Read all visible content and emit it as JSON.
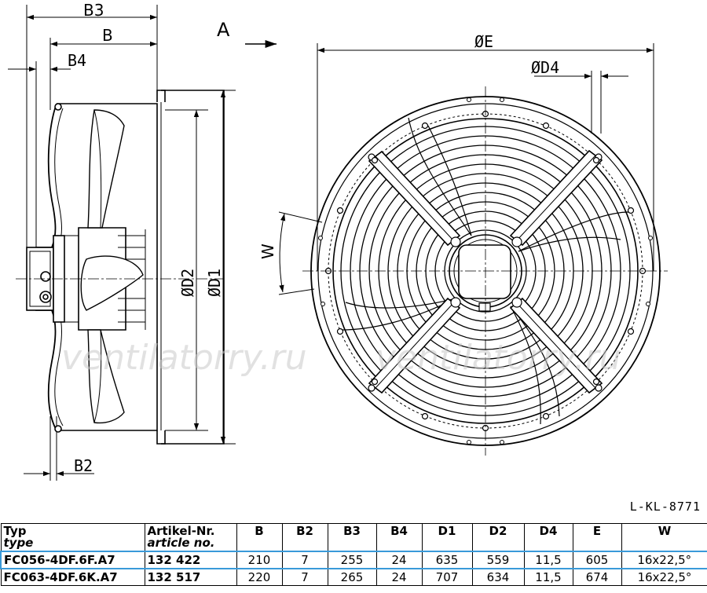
{
  "dimension_labels": {
    "b3": "B3",
    "b": "B",
    "b4": "B4",
    "b2": "B2",
    "d2": "ØD2",
    "d1": "ØD1",
    "e": "ØE",
    "d4": "ØD4",
    "w": "W",
    "view_a": "A"
  },
  "watermark": "ventilatorry.ru",
  "drawing_code": "L-KL-8771",
  "table": {
    "headers": [
      {
        "main": "Typ",
        "sub": "type"
      },
      {
        "main": "Artikel-Nr.",
        "sub": "article no."
      },
      {
        "main": "B",
        "sub": ""
      },
      {
        "main": "B2",
        "sub": ""
      },
      {
        "main": "B3",
        "sub": ""
      },
      {
        "main": "B4",
        "sub": ""
      },
      {
        "main": "D1",
        "sub": ""
      },
      {
        "main": "D2",
        "sub": ""
      },
      {
        "main": "D4",
        "sub": ""
      },
      {
        "main": "E",
        "sub": ""
      },
      {
        "main": "W",
        "sub": ""
      }
    ],
    "rows": [
      {
        "typ": "FC056-4DF.6F.A7",
        "art": "132 422",
        "b": "210",
        "b2": "7",
        "b3": "255",
        "b4": "24",
        "d1": "635",
        "d2": "559",
        "d4": "11,5",
        "e": "605",
        "w": "16x22,5°"
      },
      {
        "typ": "FC063-4DF.6K.A7",
        "art": "132 517",
        "b": "220",
        "b2": "7",
        "b3": "265",
        "b4": "24",
        "d1": "707",
        "d2": "634",
        "d4": "11,5",
        "e": "674",
        "w": "16x22,5°"
      }
    ],
    "highlight_color": "#3a9ad9"
  }
}
